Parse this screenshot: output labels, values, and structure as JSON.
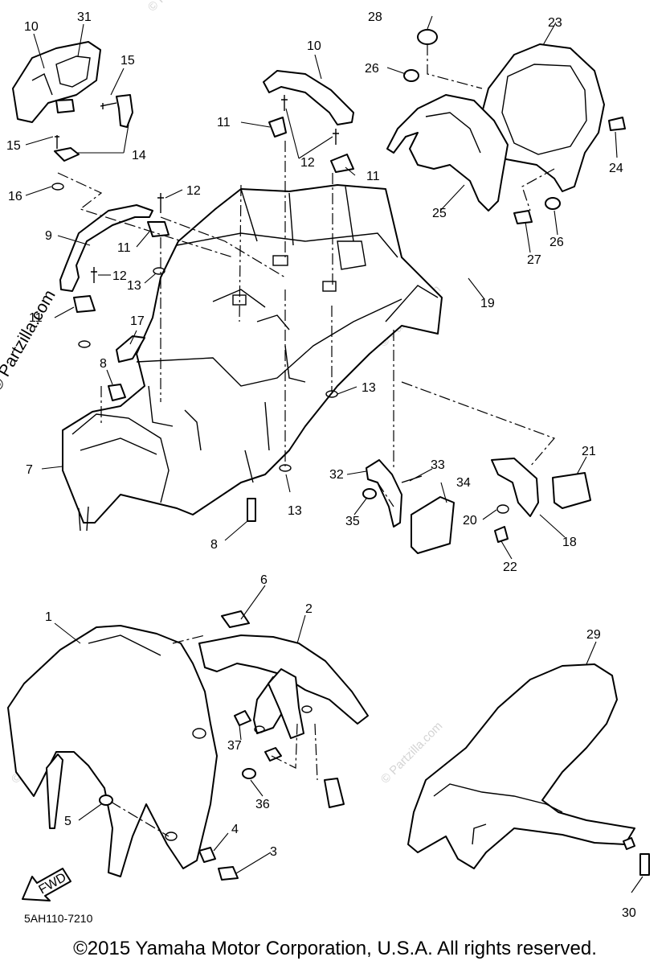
{
  "watermark_side": "© Partzilla.com",
  "watermark_faint": "© Partzilla.com",
  "diagram_code": "5AH110-7210",
  "fwd_label": "FWD",
  "copyright": "©2015  Yamaha Motor Corporation, U.S.A. All rights reserved.",
  "callouts": {
    "c1": "1",
    "c2": "2",
    "c3": "3",
    "c4": "4",
    "c5": "5",
    "c6": "6",
    "c7": "7",
    "c8a": "8",
    "c8b": "8",
    "c9": "9",
    "c10a": "10",
    "c10b": "10",
    "c11a": "11",
    "c11b": "11",
    "c11c": "11",
    "c11d": "11",
    "c12a": "12",
    "c12b": "12",
    "c12c": "12",
    "c13a": "13",
    "c13b": "13",
    "c13c": "13",
    "c14": "14",
    "c15a": "15",
    "c15b": "15",
    "c16": "16",
    "c17": "17",
    "c18": "18",
    "c19": "19",
    "c20": "20",
    "c21": "21",
    "c22": "22",
    "c23": "23",
    "c24": "24",
    "c25": "25",
    "c26a": "26",
    "c26b": "26",
    "c27": "27",
    "c28": "28",
    "c29": "29",
    "c30": "30",
    "c31": "31",
    "c32": "32",
    "c33": "33",
    "c34": "34",
    "c35": "35",
    "c36": "36",
    "c37": "37"
  }
}
